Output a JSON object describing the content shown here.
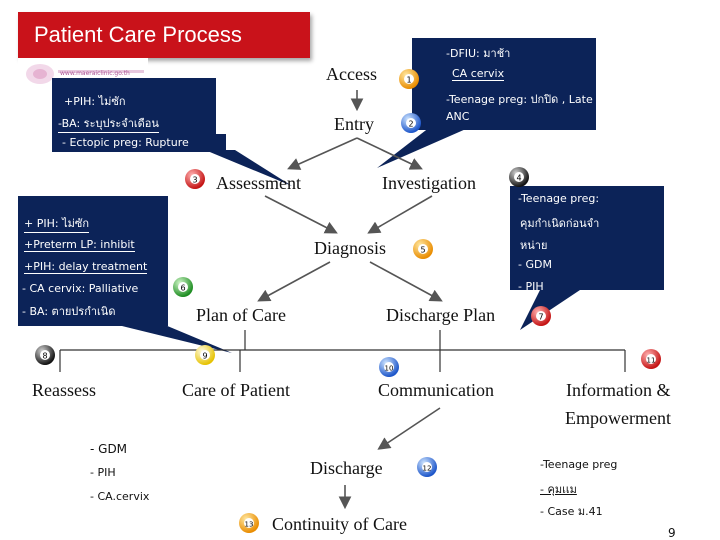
{
  "title": "Patient Care Process",
  "logo_text": "www.maeraiclinic.go.th",
  "nodes": {
    "access": "Access",
    "entry": "Entry",
    "assessment": "Assessment",
    "investigation": "Investigation",
    "diagnosis": "Diagnosis",
    "plan_of_care": "Plan of Care",
    "discharge_plan": "Discharge Plan",
    "reassess": "Reassess",
    "care_of_patient": "Care of Patient",
    "communication": "Communication",
    "information_empowerment_1": "Information &",
    "information_empowerment_2": "Empowerment",
    "discharge": "Discharge",
    "continuity_of_care": "Continuity of Care"
  },
  "ball_numbers": [
    "1",
    "2",
    "3",
    "4",
    "5",
    "6",
    "7",
    "8",
    "9",
    "10",
    "11",
    "12",
    "13"
  ],
  "callouts": {
    "top_right": [
      "-DFIU: มาช้า",
      "CA cervix",
      "-Teenage preg: ปกปิด , Late",
      "ANC"
    ],
    "top_left": [
      "+PIH: ไม่ซัก",
      "-BA: ระบุประจำเดือน",
      "- Ectopic preg: Rupture"
    ],
    "mid_left": [
      "+ PIH: ไม่ซัก",
      "+Preterm LP: inhibit",
      "+PIH: delay treatment",
      "- CA cervix: Palliative",
      "- BA: ตายปรกำเนิด"
    ],
    "mid_right": [
      "-Teenage preg:",
      "คุมกำเนิดก่อนจำ",
      "หน่าย",
      "- GDM",
      "- PIH"
    ]
  },
  "reassess_list": [
    "- GDM",
    "- PIH",
    "- CA.cervix"
  ],
  "info_list": [
    "-Teenage preg",
    "- คุมเเม",
    "- Case ม.41"
  ],
  "page_number": "9",
  "colors": {
    "title_bg": "#c9121a",
    "callout_bg": "#0c2358",
    "arrow": "#555555",
    "connector": "#333333"
  }
}
